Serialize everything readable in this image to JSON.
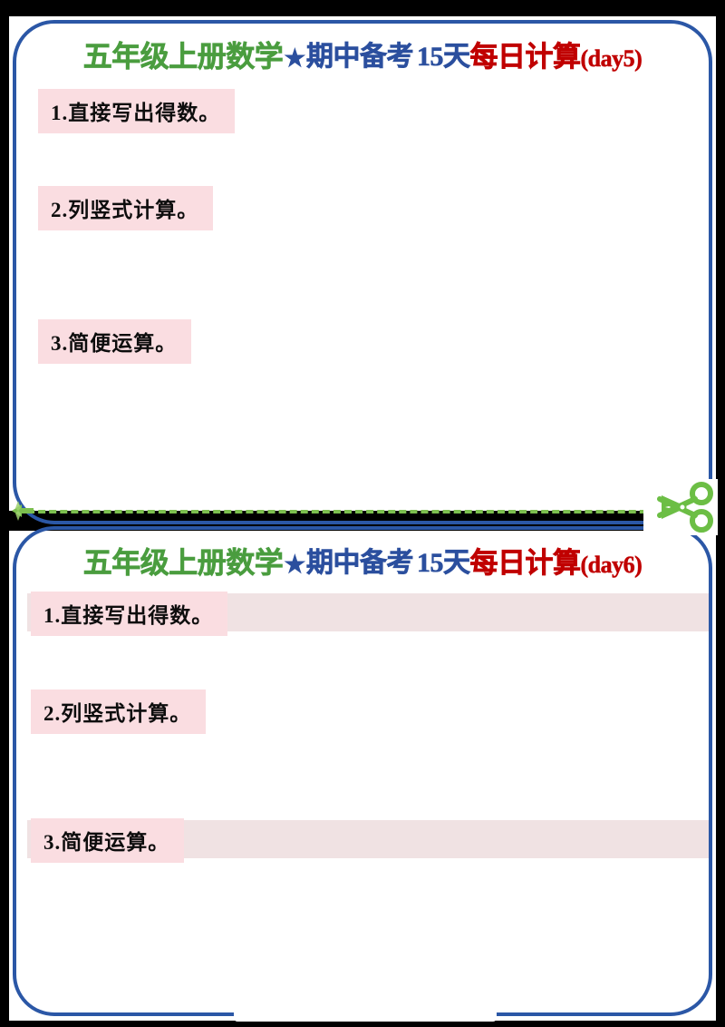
{
  "document": {
    "background_color": "#000000",
    "page_color": "#ffffff",
    "border_color": "#2b57a6",
    "accent_green": "#4a9d3f",
    "accent_blue": "#2b4f9e",
    "accent_red": "#c00000",
    "highlight_pink": "#fadde1",
    "cut_green": "#7cbf4f"
  },
  "worksheets": [
    {
      "title": {
        "subject": "五年级上册数学",
        "star": "★",
        "exam": "期中备考",
        "days": "15天",
        "plan": "每日计算",
        "day_tag": "(day5)"
      },
      "sections": [
        {
          "label": "1.直接写出得数。",
          "has_band": false
        },
        {
          "label": "2.列竖式计算。",
          "has_band": false
        },
        {
          "label": "3.简便运算。",
          "has_band": false
        }
      ]
    },
    {
      "title": {
        "subject": "五年级上册数学",
        "star": "★",
        "exam": "期中备考",
        "days": "15天",
        "plan": "每日计算",
        "day_tag": "(day6)"
      },
      "sections": [
        {
          "label": "1.直接写出得数。",
          "has_band": true
        },
        {
          "label": "2.列竖式计算。",
          "has_band": false
        },
        {
          "label": "3.简便运算。",
          "has_band": true
        }
      ]
    }
  ],
  "divider": {
    "icon": "scissors-icon",
    "arrow_icon": "arrow-left-icon",
    "style": "dashed"
  }
}
